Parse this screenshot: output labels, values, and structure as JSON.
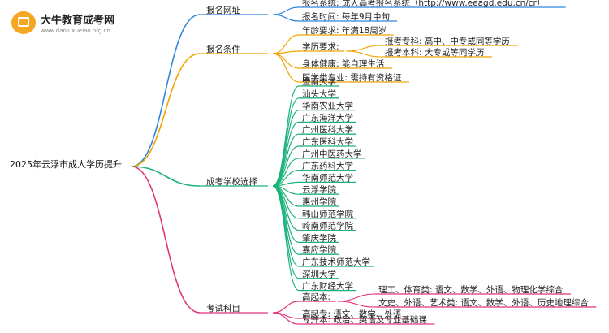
{
  "logo": {
    "name": "大牛教育成考网",
    "url": "www.daniuxueiao.org.cn"
  },
  "root": "2025年云浮市成人学历提升",
  "branches": [
    {
      "label": "报名网址",
      "color": "#2e86de",
      "children": [
        {
          "label": "报名系统: 成人高考报名系统（http://www.eeagd.edu.cn/cr）"
        },
        {
          "label": "报名时间: 每年9月中旬"
        }
      ]
    },
    {
      "label": "报名条件",
      "color": "#f0a500",
      "children": [
        {
          "label": "年龄要求: 年满18周岁"
        },
        {
          "label": "学历要求:",
          "children": [
            {
              "label": "报考专科: 高中、中专或同等学历"
            },
            {
              "label": "报考本科: 大专或等同学历"
            }
          ]
        },
        {
          "label": "身体健康: 能自理生活"
        },
        {
          "label": "医学类专业: 需持有资格证"
        }
      ]
    },
    {
      "label": "成考学校选择",
      "color": "#1bb37a",
      "children": [
        {
          "label": "暨南大学"
        },
        {
          "label": "汕头大学"
        },
        {
          "label": "华南农业大学"
        },
        {
          "label": "广东海洋大学"
        },
        {
          "label": "广州医科大学"
        },
        {
          "label": "广东医科大学"
        },
        {
          "label": "广州中医药大学"
        },
        {
          "label": "广东药科大学"
        },
        {
          "label": "华南师范大学"
        },
        {
          "label": "云浮学院"
        },
        {
          "label": "惠州学院"
        },
        {
          "label": "韩山师范学院"
        },
        {
          "label": "岭南师范学院"
        },
        {
          "label": "肇庆学院"
        },
        {
          "label": "嘉应学院"
        },
        {
          "label": "广东技术师范大学"
        },
        {
          "label": "深圳大学"
        },
        {
          "label": "广东财经大学"
        }
      ]
    },
    {
      "label": "考试科目",
      "color": "#e0337c",
      "children": [
        {
          "label": "高起本:",
          "children": [
            {
              "label": "理工、体育类: 语文、数学、外语、物理化学综合"
            },
            {
              "label": "文史、外语、艺术类: 语文、数学、外语、历史地理综合"
            }
          ]
        },
        {
          "label": "高起专: 语文、数学、外语"
        },
        {
          "label": "专升本: 政治、英语及专业基础课"
        }
      ]
    }
  ]
}
